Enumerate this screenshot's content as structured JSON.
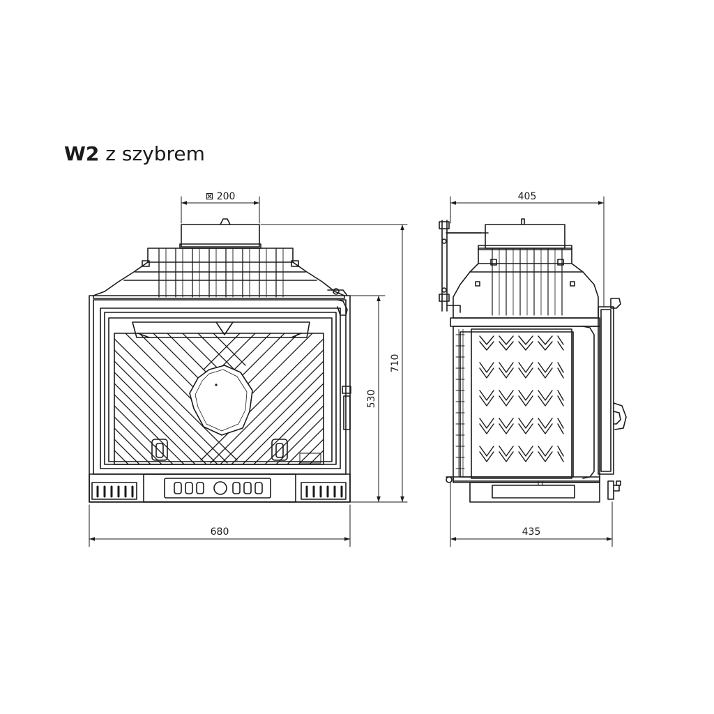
{
  "title": {
    "model": "W2",
    "variant": "z szybrem"
  },
  "dimensions": {
    "flue": "⊠ 200",
    "front_width": "680",
    "front_height_door": "530",
    "front_height_total": "710",
    "side_top_depth": "405",
    "side_bottom_depth": "435"
  }
}
